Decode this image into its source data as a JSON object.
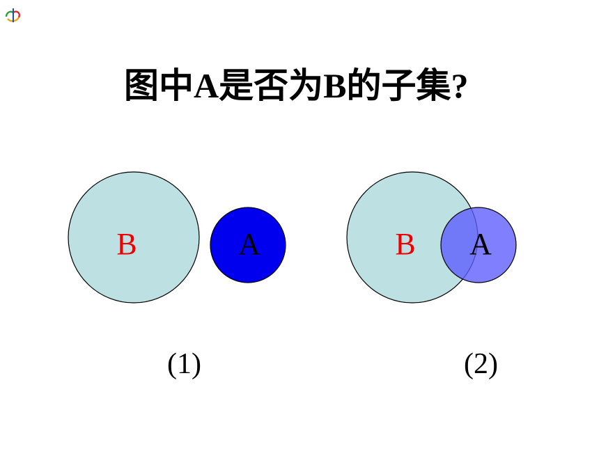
{
  "question": "图中A是否为B的子集?",
  "colors": {
    "set_b_fill": "#bde0e2",
    "set_a_fill_1": "#0000ee",
    "set_a_fill_2": "#5c5cff",
    "label_b": "#ee0000",
    "label_a": "#000000"
  },
  "figures": [
    {
      "caption": "(1)",
      "set_b_label": "B",
      "set_a_label": "A",
      "relation": "disjoint"
    },
    {
      "caption": "(2)",
      "set_b_label": "B",
      "set_a_label": "A",
      "relation": "overlapping"
    }
  ]
}
